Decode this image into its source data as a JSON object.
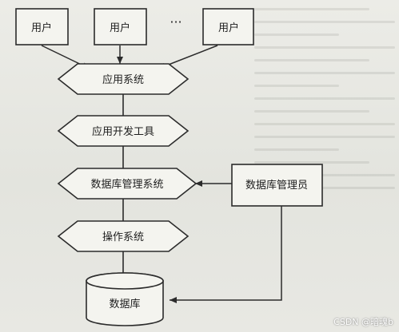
{
  "diagram": {
    "user_boxes": [
      "用户",
      "用户",
      "用户"
    ],
    "user_ellipsis": "···",
    "layers": [
      "应用系统",
      "应用开发工具",
      "数据库管理系统",
      "操作系统"
    ],
    "dba_box": "数据库管理员",
    "database": "数据库"
  },
  "watermark": "CSDN @暗魂b",
  "colors": {
    "stroke": "#2b2b2b",
    "fill": "#f4f4ef",
    "background": "#e7e8e3"
  }
}
